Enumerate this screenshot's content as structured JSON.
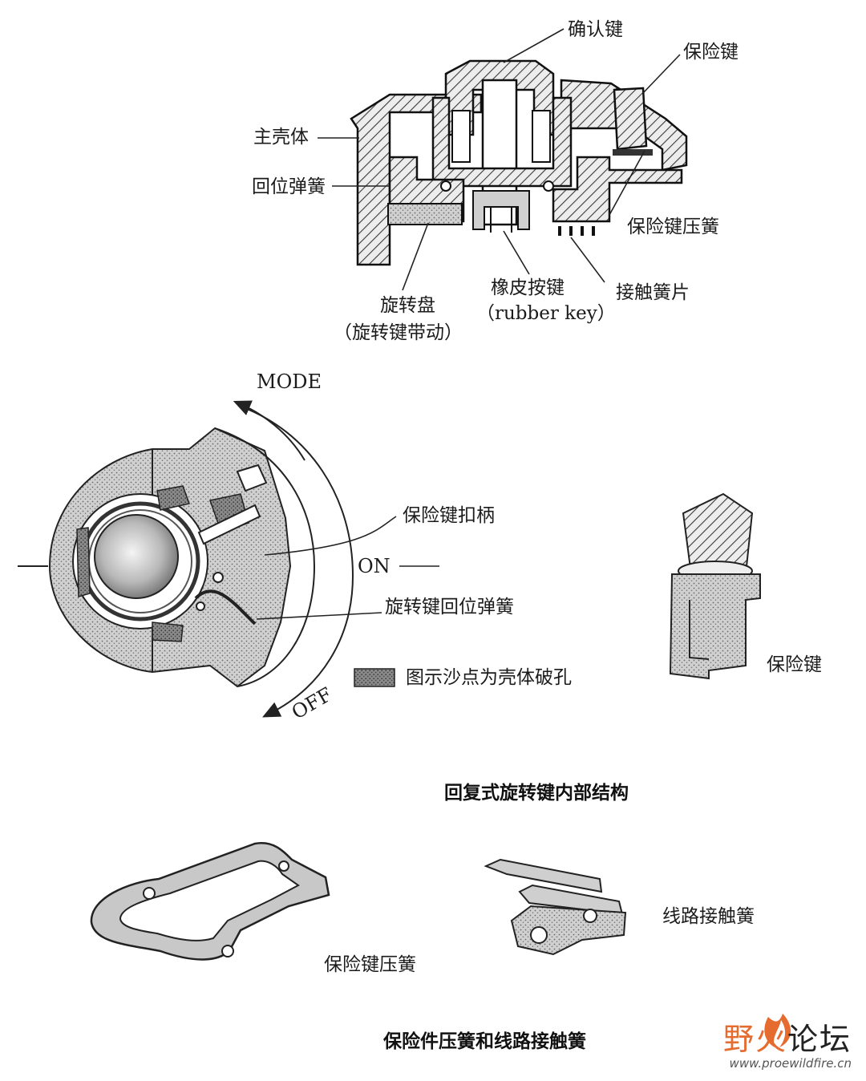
{
  "top_section": {
    "labels": {
      "confirm_key": "确认键",
      "safety_key": "保险键",
      "main_housing": "主壳体",
      "return_spring": "回位弹簧",
      "safety_key_spring": "保险键压簧",
      "contact_spring_leaf": "接触簧片",
      "rotary_disc": "旋转盘",
      "rotary_disc_note": "（旋转键带动）",
      "rubber_key": "橡皮按键",
      "rubber_key_note": "（rubber key）"
    }
  },
  "middle_section": {
    "labels": {
      "mode": "MODE",
      "on": "ON",
      "off": "OFF",
      "safety_key_handle": "保险键扣柄",
      "rotary_return_spring": "旋转键回位弹簧",
      "legend_text": "图示沙点为壳体破孔",
      "safety_key_part": "保险键"
    },
    "caption": "回复式旋转键内部结构"
  },
  "bottom_section": {
    "labels": {
      "safety_key_spring_part": "保险键压簧",
      "circuit_contact_spring": "线路接触簧"
    },
    "caption": "保险件压簧和线路接触簧"
  },
  "watermark": {
    "title_part1": "野火",
    "title_part2": "论坛",
    "url": "www.proewildfire.cn"
  },
  "colors": {
    "ink": "#1a1a1a",
    "hatch_gray": "#9a9a9a",
    "stipple_gray": "#b5b5b5",
    "watermark_accent": "#e56b2f"
  }
}
